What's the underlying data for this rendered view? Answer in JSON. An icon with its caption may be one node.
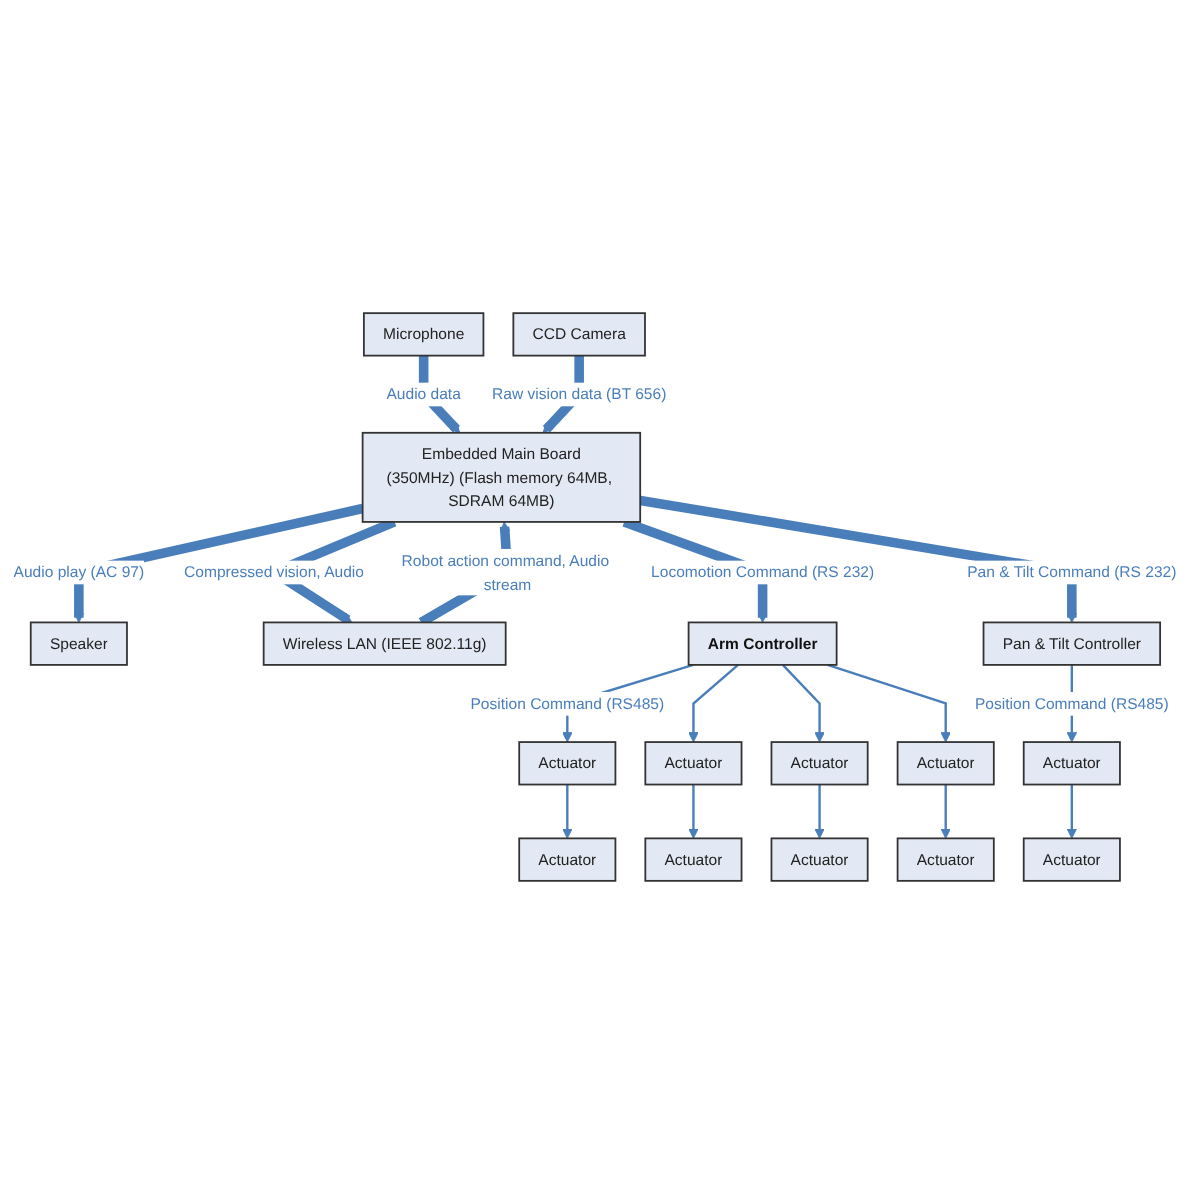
{
  "diagram": {
    "nodes": [
      {
        "text": [
          "Speaker"
        ]
      },
      {
        "text": [
          "Microphone"
        ]
      },
      {
        "text": [
          "CCD Camera"
        ]
      },
      {
        "text": [
          "Wireless LAN (IEEE 802.11g)"
        ]
      },
      {
        "text": [
          "Embedded Main Board",
          "(350MHz) (Flash memory 64MB, SDRAM 64MB)"
        ]
      },
      {
        "text": [
          "Arm Controller"
        ]
      },
      {
        "text": [
          "Pan & Tilt Controller"
        ]
      },
      {
        "text": [
          "Actuator"
        ]
      },
      {
        "text": [
          "Actuator"
        ]
      },
      {
        "text": [
          "Actuator"
        ]
      },
      {
        "text": [
          "Actuator"
        ]
      },
      {
        "text": [
          "Actuator"
        ]
      },
      {
        "text": [
          "Actuator"
        ]
      },
      {
        "text": [
          "Actuator"
        ]
      },
      {
        "text": [
          "Actuator"
        ]
      },
      {
        "text": [
          "Actuator"
        ]
      },
      {
        "text": [
          "Actuator"
        ]
      }
    ],
    "edges": [
      {
        "from": 4,
        "to": 0,
        "arrow": "to",
        "label": "Audio play (AC 97)",
        "style": "thick"
      },
      {
        "from": 1,
        "to": 4,
        "arrow": "to",
        "label": "Audio data",
        "style": "thick"
      },
      {
        "from": 2,
        "to": 4,
        "arrow": "to",
        "label": "Raw vision data (BT 656)",
        "style": "thick"
      },
      {
        "from": 3,
        "to": 4,
        "arrow": "to",
        "label": "Robot action command, Audio stream",
        "style": "thick"
      },
      {
        "from": 4,
        "to": 3,
        "arrow": "to",
        "label": "Compressed vision, Audio",
        "style": "thick"
      },
      {
        "from": 4,
        "to": 5,
        "arrow": "to",
        "label": "Locomotion Command (RS 232)",
        "style": "thick"
      },
      {
        "from": 4,
        "to": 6,
        "arrow": "to",
        "label": "Pan & Tilt Command (RS 232)",
        "style": "thick"
      },
      {
        "from": 5,
        "to": 7,
        "arrow": "to",
        "label": "Position Command (RS485)"
      },
      {
        "from": 5,
        "to": 8,
        "arrow": "to"
      },
      {
        "from": 5,
        "to": 9,
        "arrow": "to"
      },
      {
        "from": 5,
        "to": 10,
        "arrow": "to"
      },
      {
        "from": 6,
        "to": 11,
        "arrow": "to",
        "label": "Position Command (RS485)"
      },
      {
        "from": 7,
        "to": 12,
        "arrow": "to"
      },
      {
        "from": 8,
        "to": 13,
        "arrow": "to"
      },
      {
        "from": 9,
        "to": 14,
        "arrow": "to"
      },
      {
        "from": 10,
        "to": 15,
        "arrow": "to"
      },
      {
        "from": 11,
        "to": 16,
        "arrow": "to"
      }
    ]
  }
}
